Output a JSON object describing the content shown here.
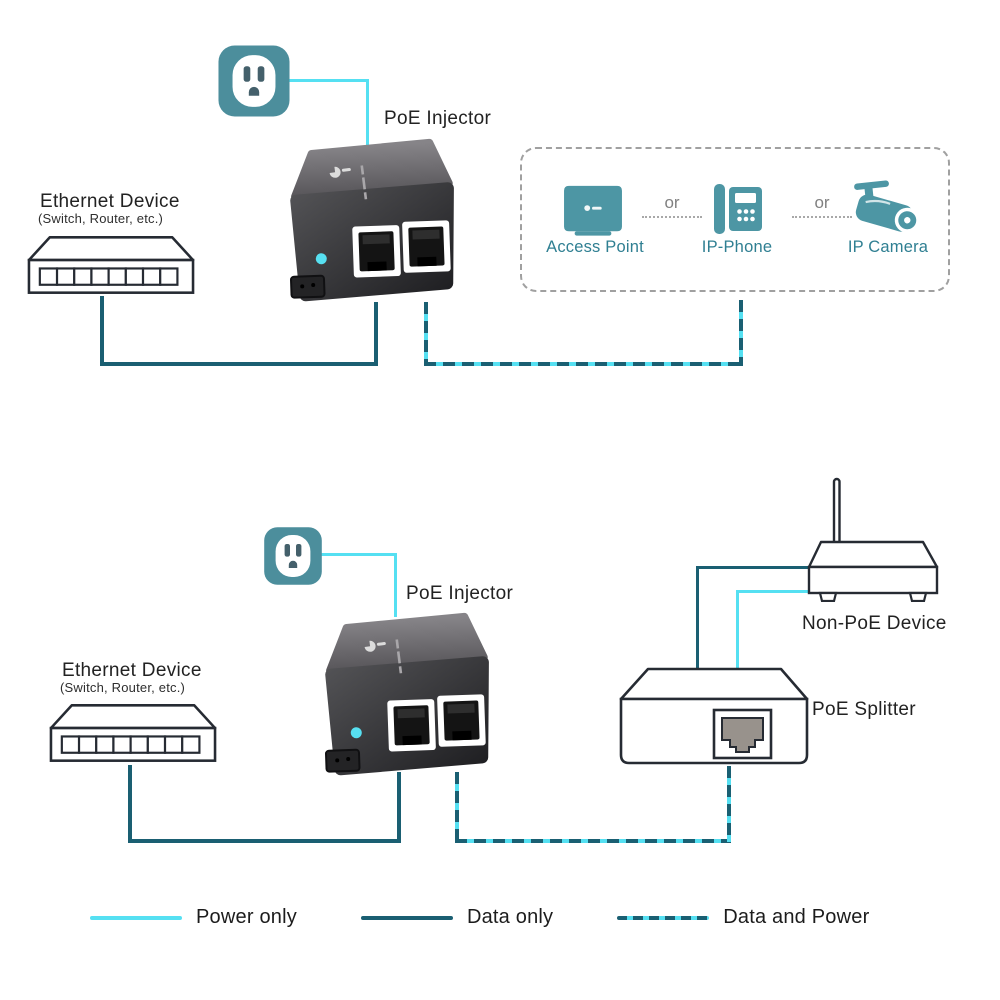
{
  "labels": {
    "poe_injector": "PoE Injector",
    "ethernet_device_title": "Ethernet Device",
    "ethernet_device_subtitle": "(Switch, Router, etc.)",
    "access_point": "Access Point",
    "or_separator": "or",
    "ip_phone": "IP-Phone",
    "ip_camera": "IP Camera",
    "non_poe_device": "Non-PoE Device",
    "poe_splitter": "PoE Splitter"
  },
  "legend": {
    "items": [
      {
        "label": "Power only",
        "type": "power"
      },
      {
        "label": "Data only",
        "type": "data"
      },
      {
        "label": "Data and Power",
        "type": "data-and-power"
      }
    ]
  },
  "colors": {
    "power_line_cyan": "#55e0f2",
    "data_line_teal": "#1a5f72",
    "device_icon_teal": "#4d96a4",
    "icon_label_teal": "#2f7f92",
    "outlet_teal": "#4c8e9c",
    "injector_body_dark": "#2a2a2c",
    "text_dark": "#222222",
    "dashed_box_gray": "#a0a0a0"
  },
  "icons": {
    "power_outlet": "wall-power-outlet",
    "poe_injector": "black-poe-injector-with-two-rj45-ports",
    "ethernet_switch": "white-8-port-switch",
    "access_point": "teal-access-point",
    "ip_phone": "teal-desk-ip-phone",
    "ip_camera": "teal-bullet-camera",
    "non_poe_router": "white-router-with-antenna",
    "poe_splitter": "white-box-with-rj45-port"
  }
}
